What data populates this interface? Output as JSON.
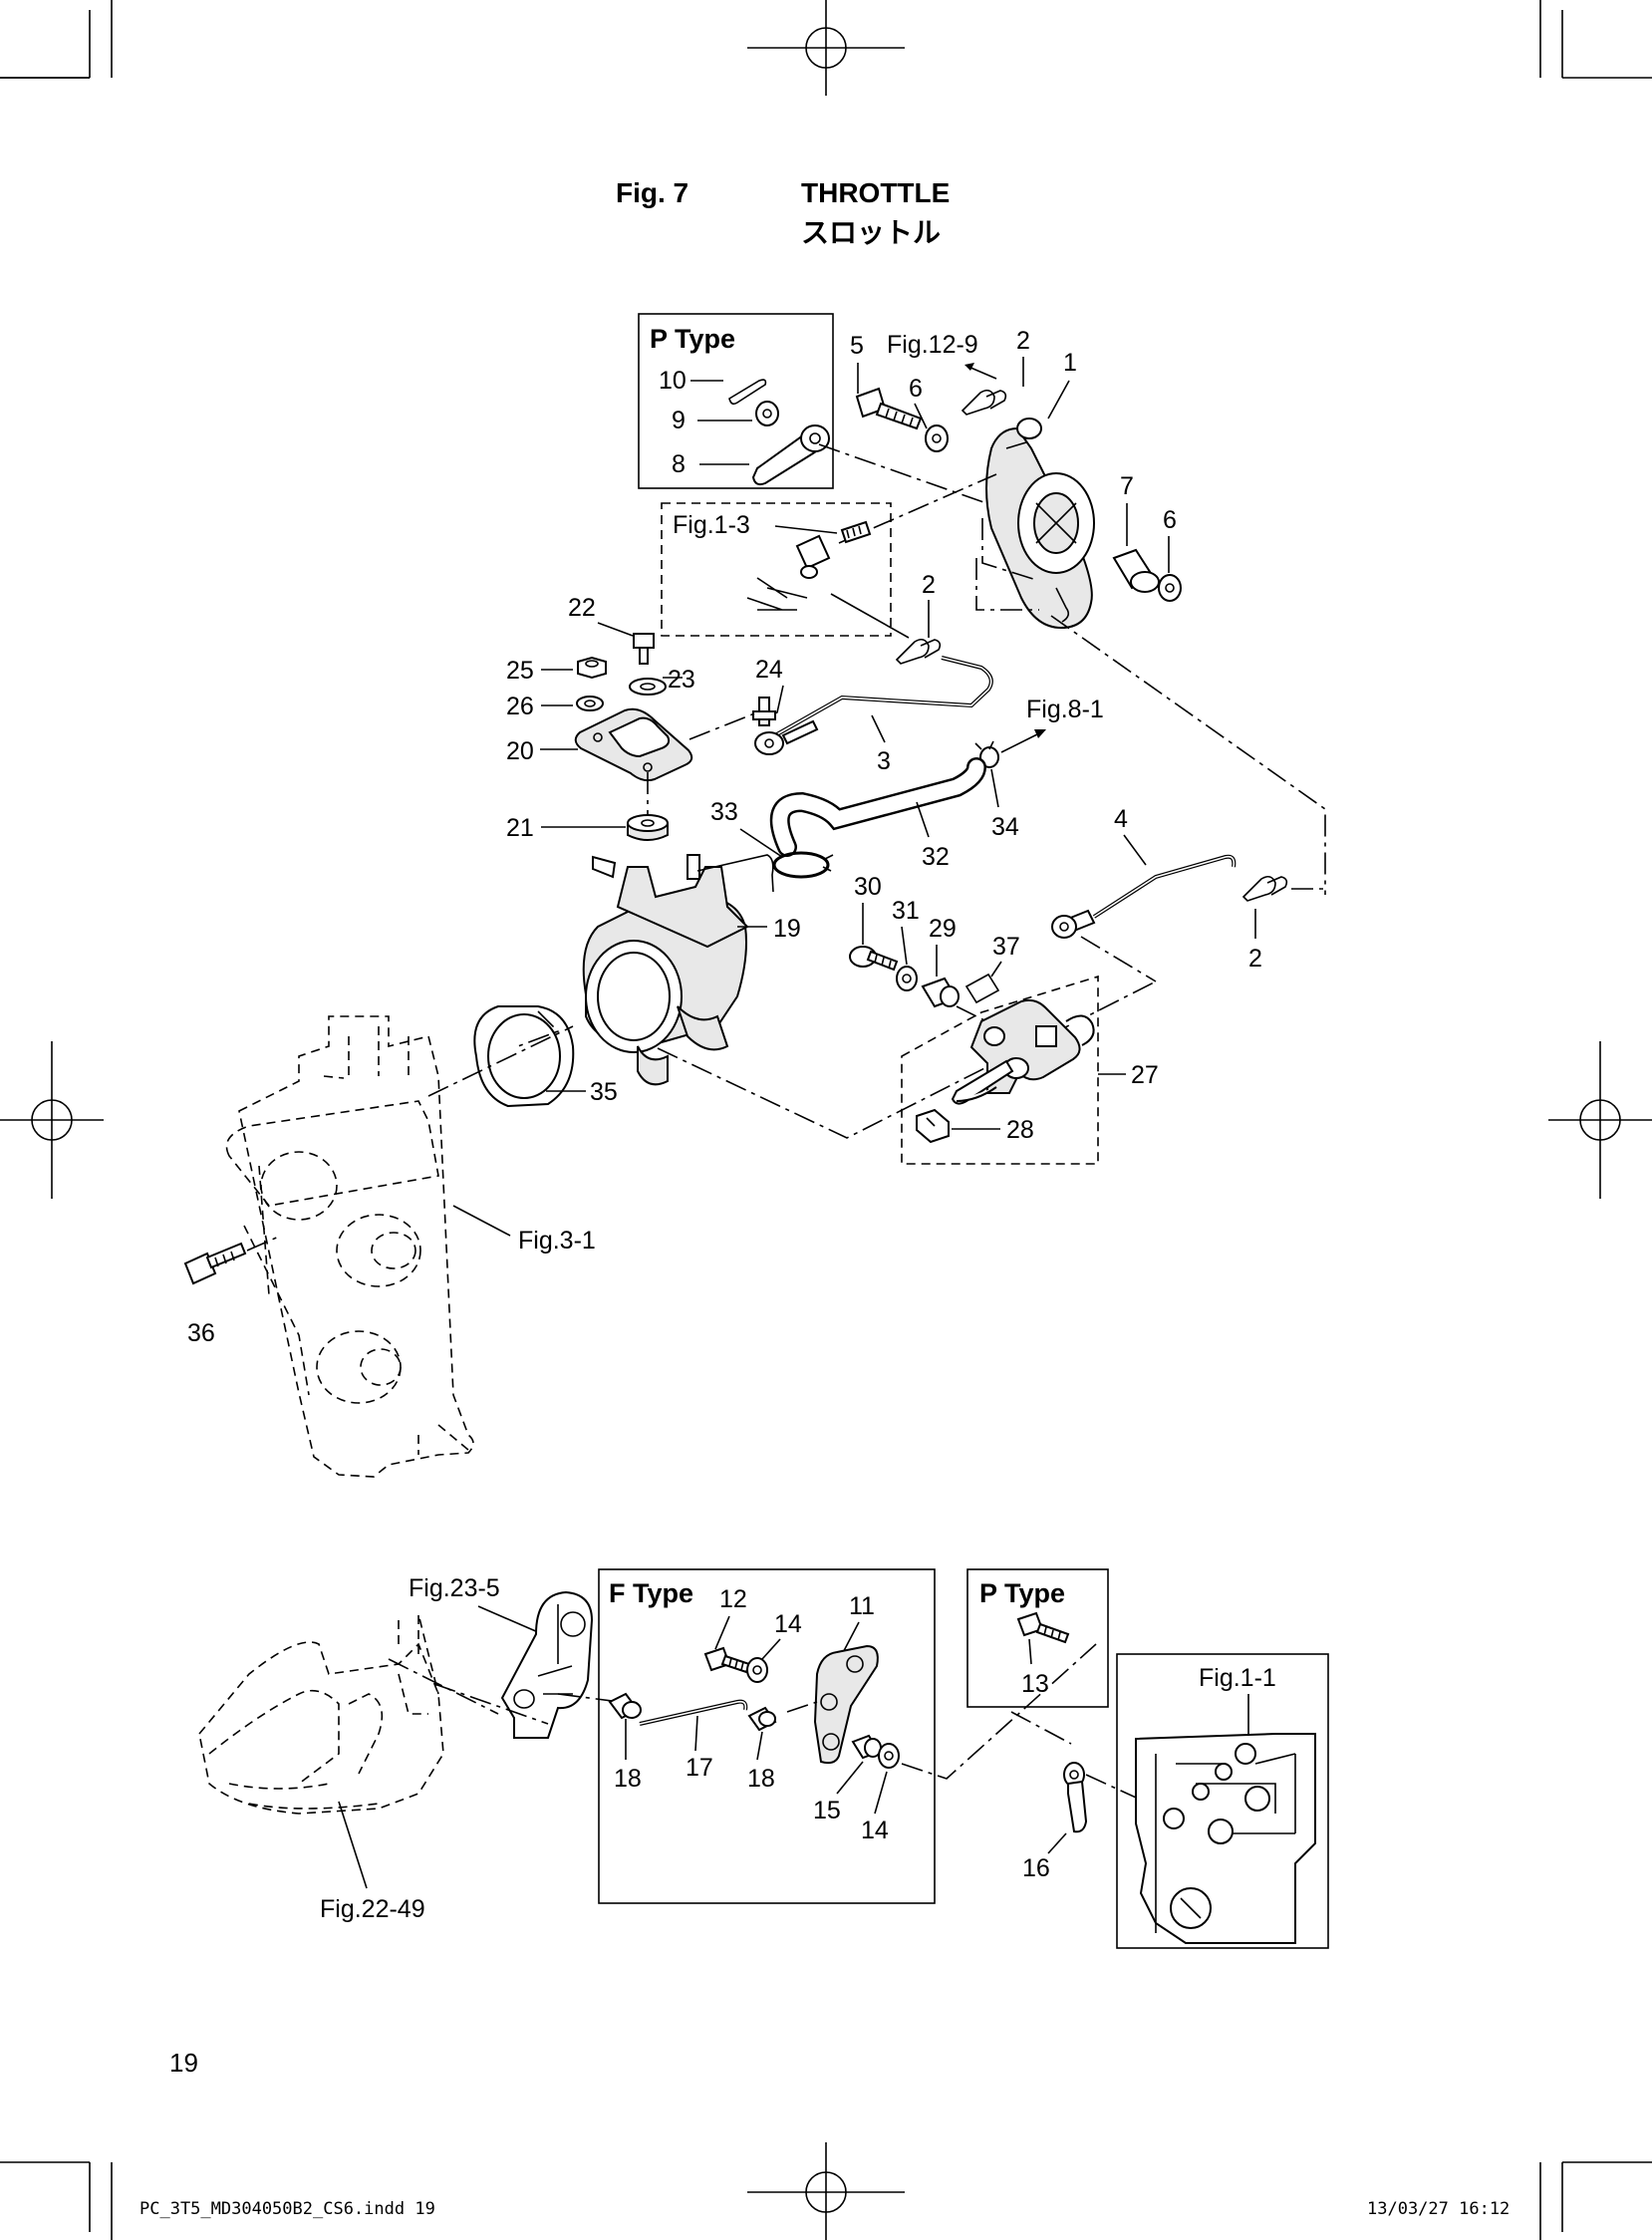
{
  "header": {
    "fig_label": "Fig. 7",
    "title_en": "THROTTLE",
    "title_ja": "スロットル"
  },
  "page_number": "19",
  "footer": {
    "file_name": "PC_3T5_MD304050B2_CS6.indd   19",
    "timestamp": "13/03/27   16:12"
  },
  "boxes": {
    "p_type_top": "P Type",
    "f_type": "F Type",
    "p_type_bottom": "P Type"
  },
  "refs": {
    "fig_12_9": "Fig.12-9",
    "fig_1_3": "Fig.1-3",
    "fig_8_1": "Fig.8-1",
    "fig_3_1": "Fig.3-1",
    "fig_23_5": "Fig.23-5",
    "fig_22_49": "Fig.22-49",
    "fig_1_1": "Fig.1-1"
  },
  "callouts": {
    "c1": "1",
    "c2a": "2",
    "c2b": "2",
    "c2c": "2",
    "c3": "3",
    "c4": "4",
    "c5": "5",
    "c6a": "6",
    "c6b": "6",
    "c7": "7",
    "c8": "8",
    "c9": "9",
    "c10": "10",
    "c11": "11",
    "c12": "12",
    "c13": "13",
    "c14a": "14",
    "c14b": "14",
    "c15": "15",
    "c16": "16",
    "c17": "17",
    "c18a": "18",
    "c18b": "18",
    "c19": "19",
    "c20": "20",
    "c21": "21",
    "c22": "22",
    "c23": "23",
    "c24": "24",
    "c25": "25",
    "c26": "26",
    "c27": "27",
    "c28": "28",
    "c29": "29",
    "c30": "30",
    "c31": "31",
    "c32": "32",
    "c33": "33",
    "c34": "34",
    "c35": "35",
    "c36": "36",
    "c37": "37"
  }
}
